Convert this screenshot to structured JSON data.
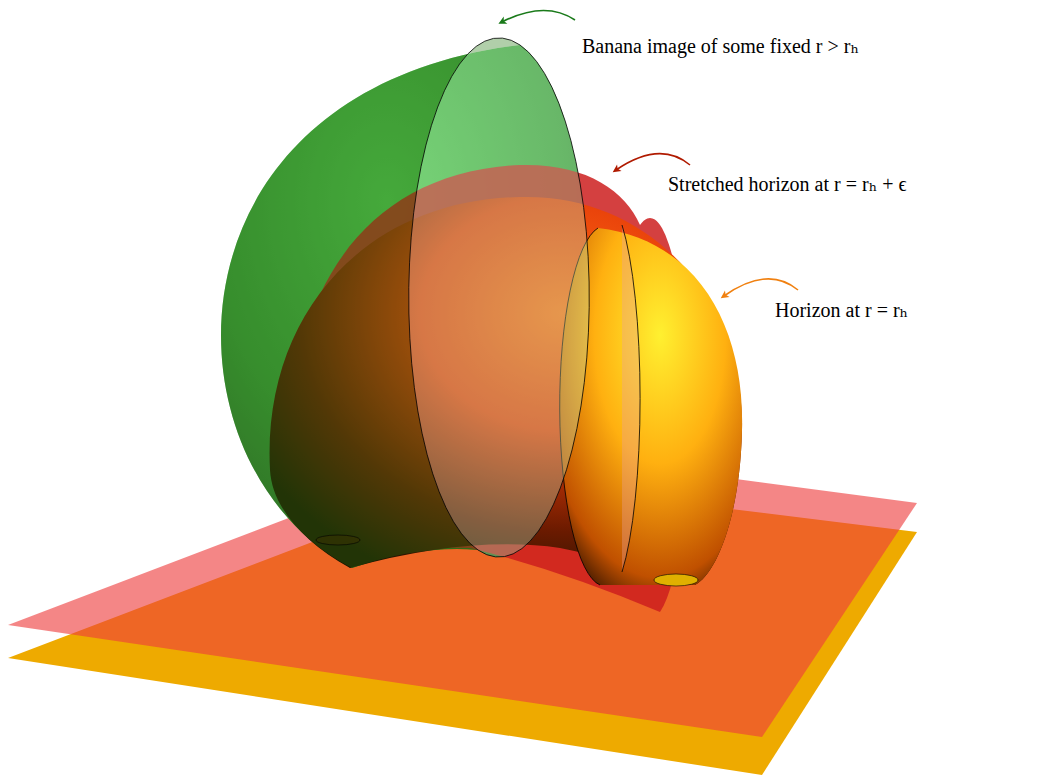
{
  "diagram": {
    "labels": [
      "Banana image of some fixed r > rₕ",
      "Stretched horizon at r = rₕ + ϵ",
      "Horizon at r = rₕ"
    ]
  }
}
